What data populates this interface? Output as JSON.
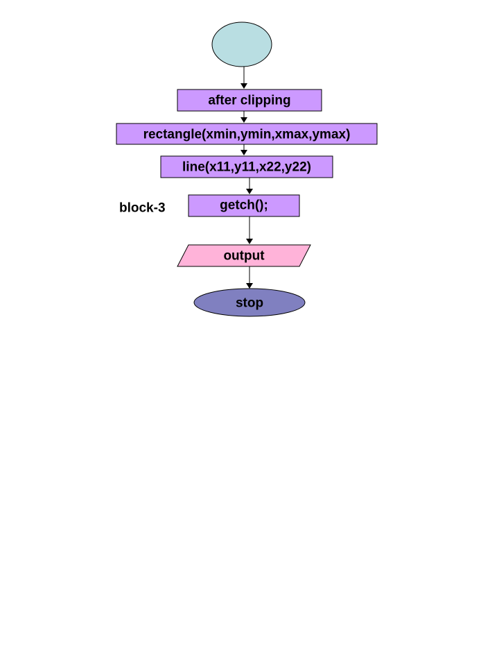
{
  "nodes": {
    "start": {
      "text": ""
    },
    "after_clipping": {
      "text": "after clipping"
    },
    "rectangle_call": {
      "text": "rectangle(xmin,ymin,xmax,ymax)"
    },
    "line_call": {
      "text": "line(x11,y11,x22,y22)"
    },
    "getch_call": {
      "text": "getch();"
    },
    "output": {
      "text": "output"
    },
    "stop": {
      "text": "stop"
    }
  },
  "annotations": {
    "block_label": "block-3"
  },
  "colors": {
    "start_fill": "#b9dee2",
    "process_fill": "#cc99ff",
    "output_fill": "#ffb3d9",
    "stop_fill": "#8080c0",
    "stroke": "#000000"
  }
}
